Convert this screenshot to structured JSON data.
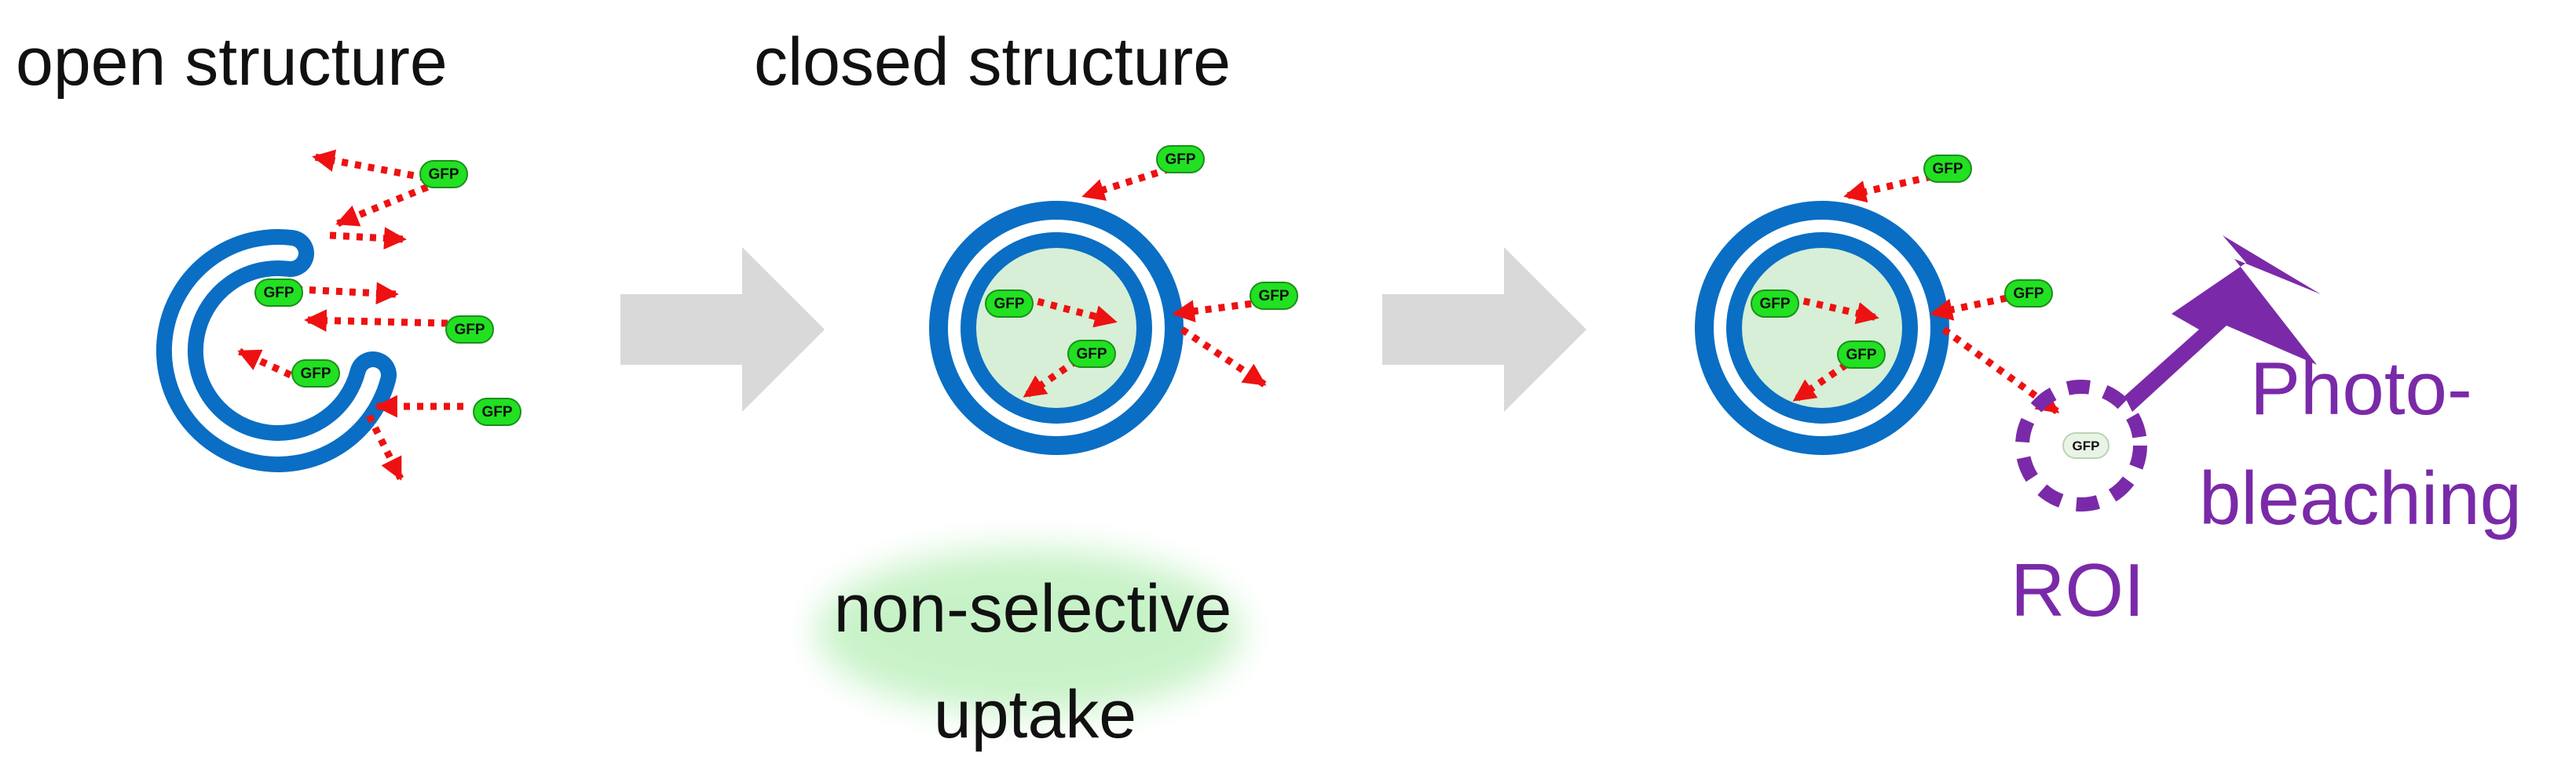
{
  "panels": {
    "open": {
      "title": "open structure"
    },
    "closed": {
      "title": "closed structure",
      "caption_line1": "non-selective",
      "caption_line2": "uptake"
    },
    "bleach": {
      "roi_label": "ROI",
      "bleach_line1": "Photo-",
      "bleach_line2": "bleaching"
    }
  },
  "gfp_label": "GFP",
  "icons": {
    "flow_arrow": "gray-block-arrow",
    "lightning": "lightning-bolt-icon",
    "roi": "dashed-circle-roi"
  },
  "colors": {
    "membrane": "#0a6ec4",
    "lumen": "#d6efd6",
    "gfp": "#22e022",
    "gfp_bleached": "#e9f4e6",
    "diffusion_arrow": "#ee1111",
    "flow_arrow": "#d9d9d9",
    "accent_purple": "#7a2aa8",
    "glow": "#9be89b"
  }
}
